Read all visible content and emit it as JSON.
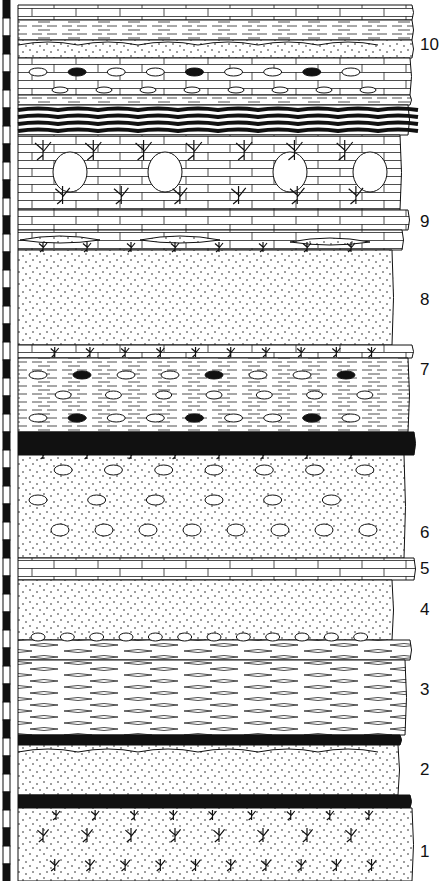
{
  "diagram": {
    "labels": [
      "10",
      "9",
      "8",
      "7",
      "6",
      "5",
      "4",
      "3",
      "2",
      "1"
    ]
  }
}
